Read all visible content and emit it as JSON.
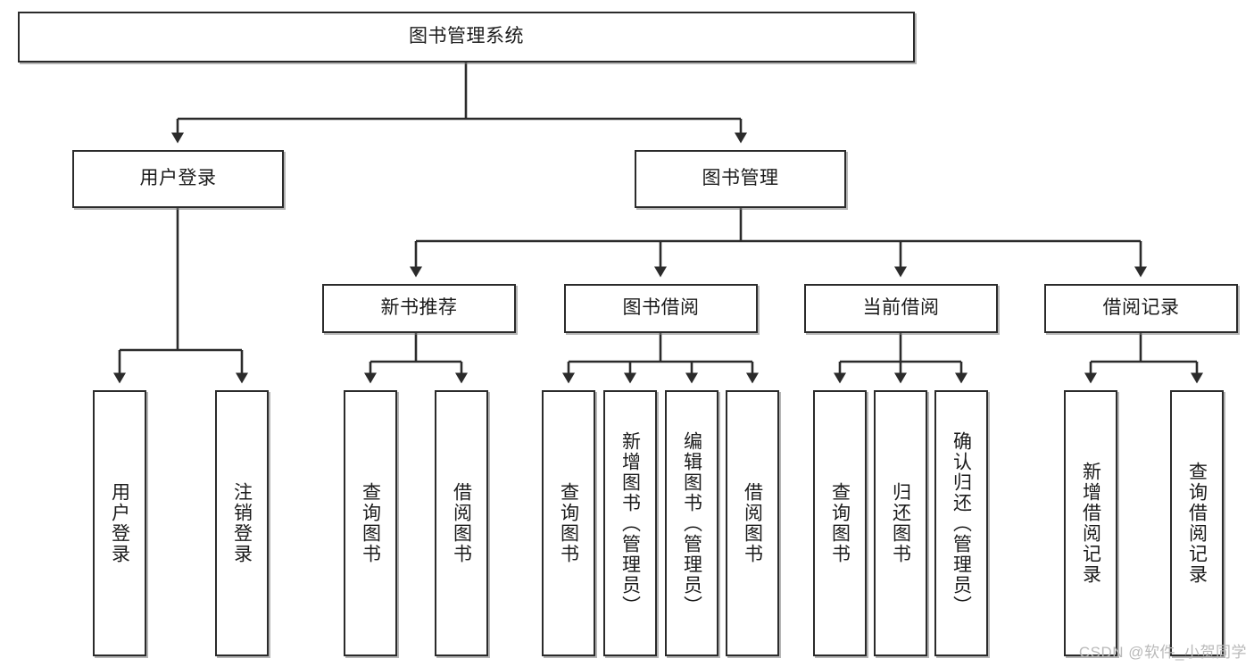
{
  "diagram": {
    "type": "tree-hierarchy-flowchart",
    "title": "图书管理系统",
    "watermark": "CSDN @软件_小贺同学",
    "colors": {
      "stroke": "#2b2b2b",
      "fill": "#ffffff",
      "text": "#1b1b1b",
      "shadow": "#787878",
      "watermark": "#b9b9b9"
    },
    "nodes": {
      "root": {
        "label": "图书管理系统",
        "level": 1,
        "orientation": "horizontal"
      },
      "level2": [
        {
          "id": "user-login",
          "label": "用户登录",
          "orientation": "horizontal"
        },
        {
          "id": "book-management",
          "label": "图书管理",
          "orientation": "horizontal"
        }
      ],
      "level3": [
        {
          "id": "new-book-recommend",
          "label": "新书推荐",
          "orientation": "horizontal",
          "parent": "book-management"
        },
        {
          "id": "book-borrow",
          "label": "图书借阅",
          "orientation": "horizontal",
          "parent": "book-management"
        },
        {
          "id": "current-borrow",
          "label": "当前借阅",
          "orientation": "horizontal",
          "parent": "book-management"
        },
        {
          "id": "borrow-record",
          "label": "借阅记录",
          "orientation": "horizontal",
          "parent": "book-management"
        }
      ],
      "leaves": [
        {
          "id": "leaf-user-login",
          "label": "用户登录",
          "orientation": "vertical",
          "parent": "user-login"
        },
        {
          "id": "leaf-logout",
          "label": "注销登录",
          "orientation": "vertical",
          "parent": "user-login"
        },
        {
          "id": "leaf-query-book-1",
          "label": "查询图书",
          "orientation": "vertical",
          "parent": "new-book-recommend"
        },
        {
          "id": "leaf-borrow-book-1",
          "label": "借阅图书",
          "orientation": "vertical",
          "parent": "new-book-recommend"
        },
        {
          "id": "leaf-query-book-2",
          "label": "查询图书",
          "orientation": "vertical",
          "parent": "book-borrow"
        },
        {
          "id": "leaf-add-book",
          "label": "新增图书（管理员）",
          "orientation": "vertical",
          "parent": "book-borrow"
        },
        {
          "id": "leaf-edit-book",
          "label": "编辑图书（管理员）",
          "orientation": "vertical",
          "parent": "book-borrow"
        },
        {
          "id": "leaf-borrow-book-2",
          "label": "借阅图书",
          "orientation": "vertical",
          "parent": "book-borrow"
        },
        {
          "id": "leaf-query-book-3",
          "label": "查询图书",
          "orientation": "vertical",
          "parent": "current-borrow"
        },
        {
          "id": "leaf-return-book",
          "label": "归还图书",
          "orientation": "vertical",
          "parent": "current-borrow"
        },
        {
          "id": "leaf-confirm-return",
          "label": "确认归还（管理员）",
          "orientation": "vertical",
          "parent": "current-borrow"
        },
        {
          "id": "leaf-add-record",
          "label": "新增借阅记录",
          "orientation": "vertical",
          "parent": "borrow-record"
        },
        {
          "id": "leaf-query-record",
          "label": "查询借阅记录",
          "orientation": "vertical",
          "parent": "borrow-record"
        }
      ]
    }
  }
}
